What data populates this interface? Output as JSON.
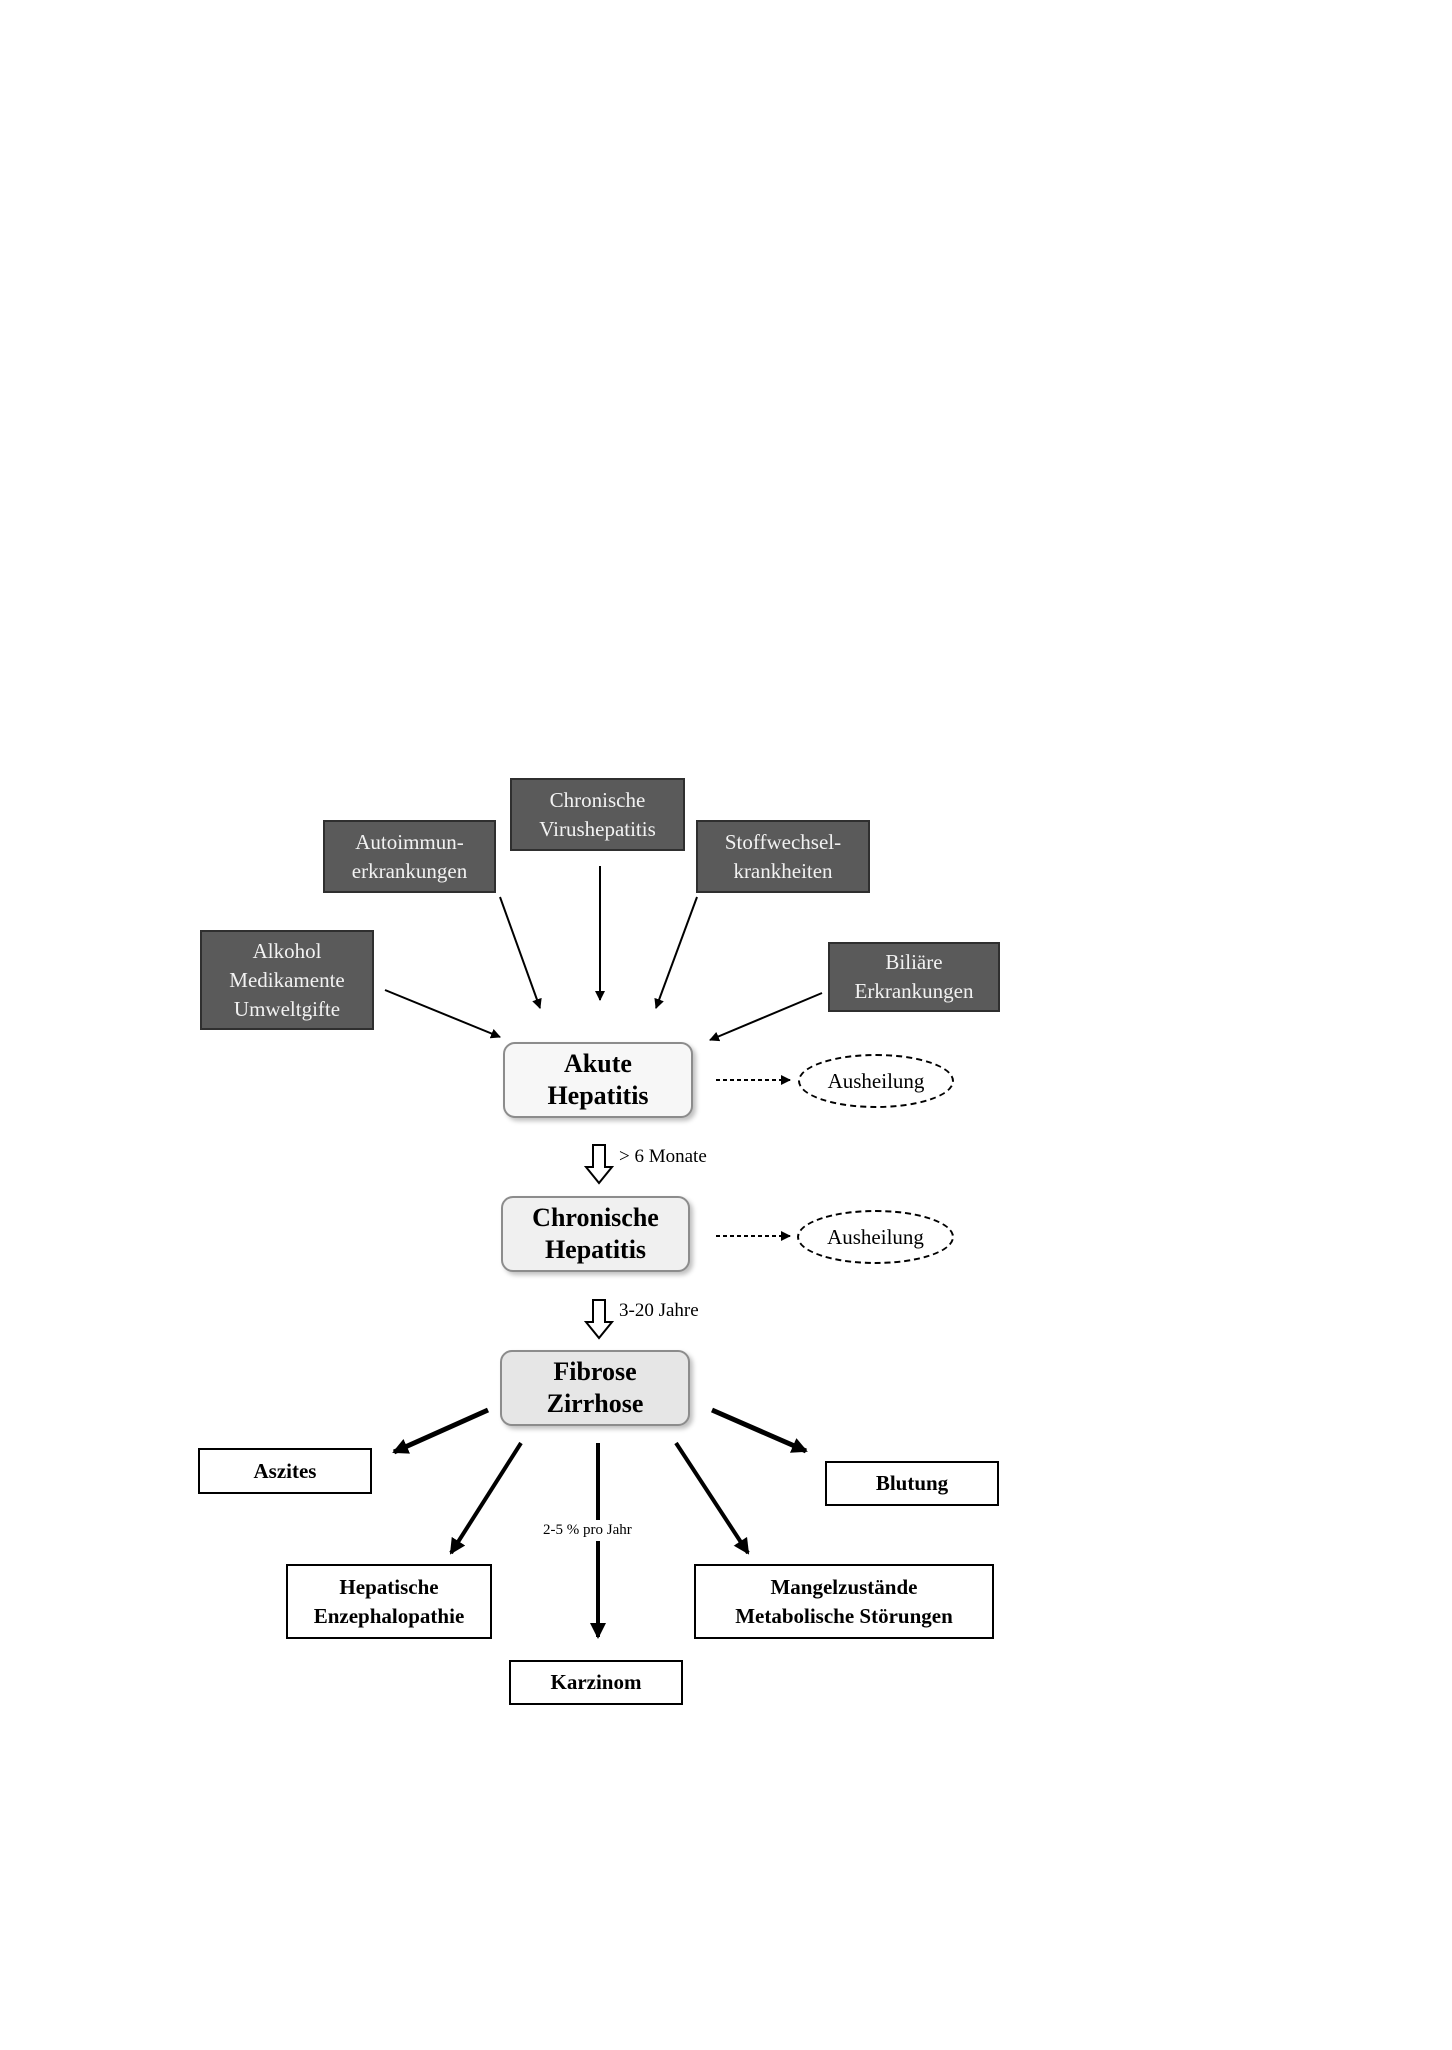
{
  "causes": {
    "alkohol": "Alkohol\nMedikamente\nUmweltgifte",
    "autoimmun": "Autoimmun-\nerkrankungen",
    "virus": "Chronische\nVirushepatitis",
    "stoffwechsel": "Stoffwechsel-\nkrankheiten",
    "biliaer": "Biliäre\nErkrankungen"
  },
  "stages": {
    "akut": "Akute\nHepatitis",
    "chronisch": "Chronische\nHepatitis",
    "fibrose": "Fibrose\nZirrhose"
  },
  "healing": {
    "akut": "Ausheilung",
    "chronisch": "Ausheilung"
  },
  "transitions": {
    "akut_to_chronisch": "> 6 Monate",
    "chronisch_to_fibrose": "3-20 Jahre",
    "carcinoma_rate": "2-5 % pro Jahr"
  },
  "outcomes": {
    "aszites": "Aszites",
    "blutung": "Blutung",
    "enzephalopathie": "Hepatische\nEnzephalopathie",
    "mangel": "Mangelzustände\nMetabolische Störungen",
    "karzinom": "Karzinom"
  },
  "colors": {
    "cause_fill": "#5a5a5a",
    "stage_fill": "#f4f4f4",
    "fibrose_fill": "#e6e6e6"
  }
}
